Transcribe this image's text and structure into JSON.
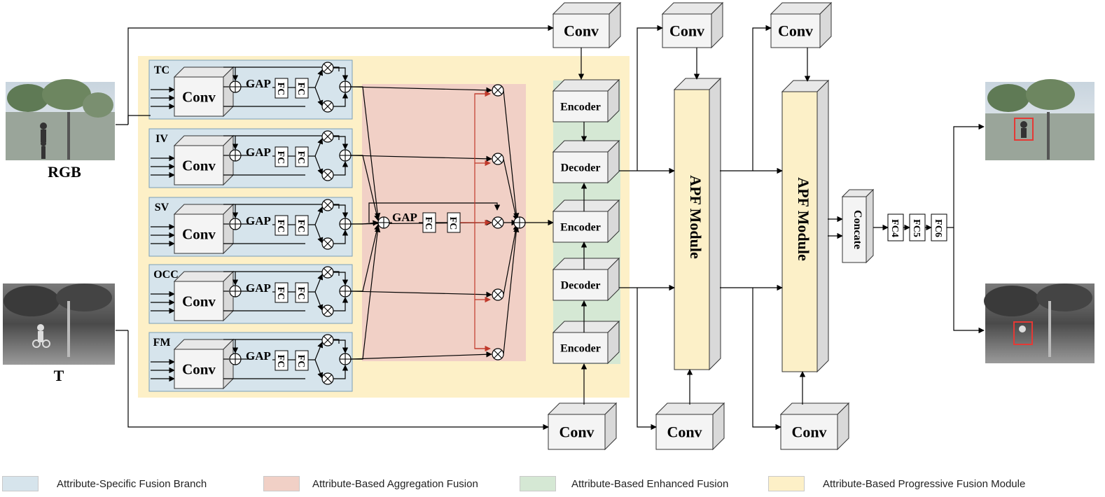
{
  "inputs": {
    "rgb_label": "RGB",
    "t_label": "T"
  },
  "branches": [
    {
      "label": "TC"
    },
    {
      "label": "IV"
    },
    {
      "label": "SV"
    },
    {
      "label": "OCC"
    },
    {
      "label": "FM"
    }
  ],
  "branch_block": {
    "conv": "Conv",
    "gap": "GAP",
    "fc": "FC"
  },
  "aggregation": {
    "gap": "GAP",
    "fc": "FC"
  },
  "enhanced_fusion": {
    "blocks": [
      "Encoder",
      "Decoder",
      "Encoder",
      "Decoder",
      "Encoder"
    ]
  },
  "conv_label": "Conv",
  "apf_module_label": "APF Module",
  "concat_label": "Concate",
  "fc_heads": [
    "FC4",
    "FC5",
    "FC6"
  ],
  "legend": [
    {
      "label": "Attribute-Specific Fusion Branch",
      "color": "#d6e4ec"
    },
    {
      "label": "Attribute-Based Aggregation Fusion",
      "color": "#f1d0c6"
    },
    {
      "label": "Attribute-Based Enhanced Fusion",
      "color": "#d5e8d4"
    },
    {
      "label": "Attribute-Based Progressive Fusion Module",
      "color": "#fdf0c7"
    }
  ],
  "colors": {
    "progressive_bg": "#fdf0c7",
    "branch_bg": "#d6e4ec",
    "aggregation_bg": "#f1d0c6",
    "enhanced_bg": "#d5e8d4",
    "apf_front": "#fcf0c8",
    "box_front": "#f4f4f4",
    "box_side": "#d9d9d9",
    "red_arrow": "#c0392b",
    "tracking_box": "#e53935"
  }
}
